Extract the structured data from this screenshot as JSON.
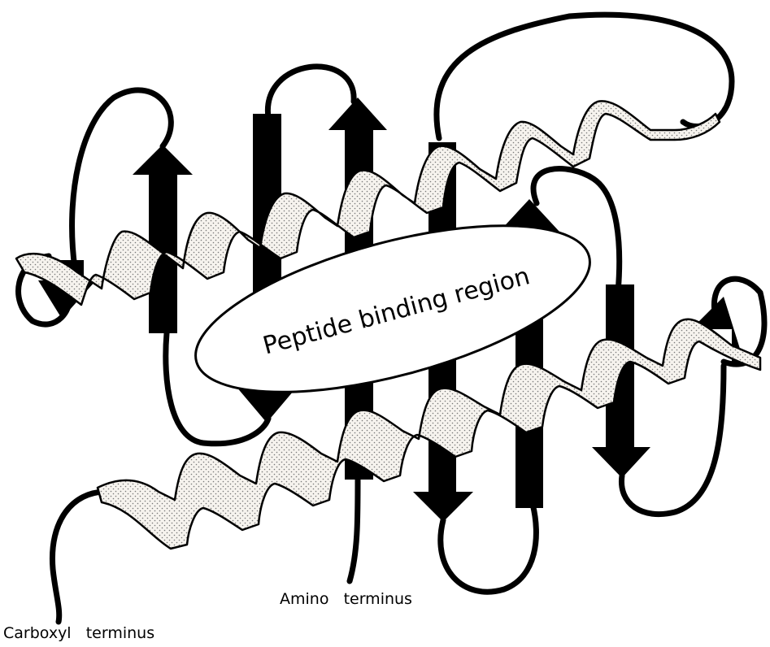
{
  "diagram": {
    "region_label": "Peptide binding region",
    "carboxyl_label": "Carboxyl   terminus",
    "amino_label": "Amino   terminus",
    "colors": {
      "ink": "#000000",
      "ribbon_fill": "#f4f1ec",
      "ellipse_fill": "#ffffff",
      "background": "#ffffff"
    },
    "elements": {
      "beta_strands": 8,
      "alpha_helices": 2,
      "termini": [
        "carboxyl",
        "amino"
      ]
    }
  }
}
